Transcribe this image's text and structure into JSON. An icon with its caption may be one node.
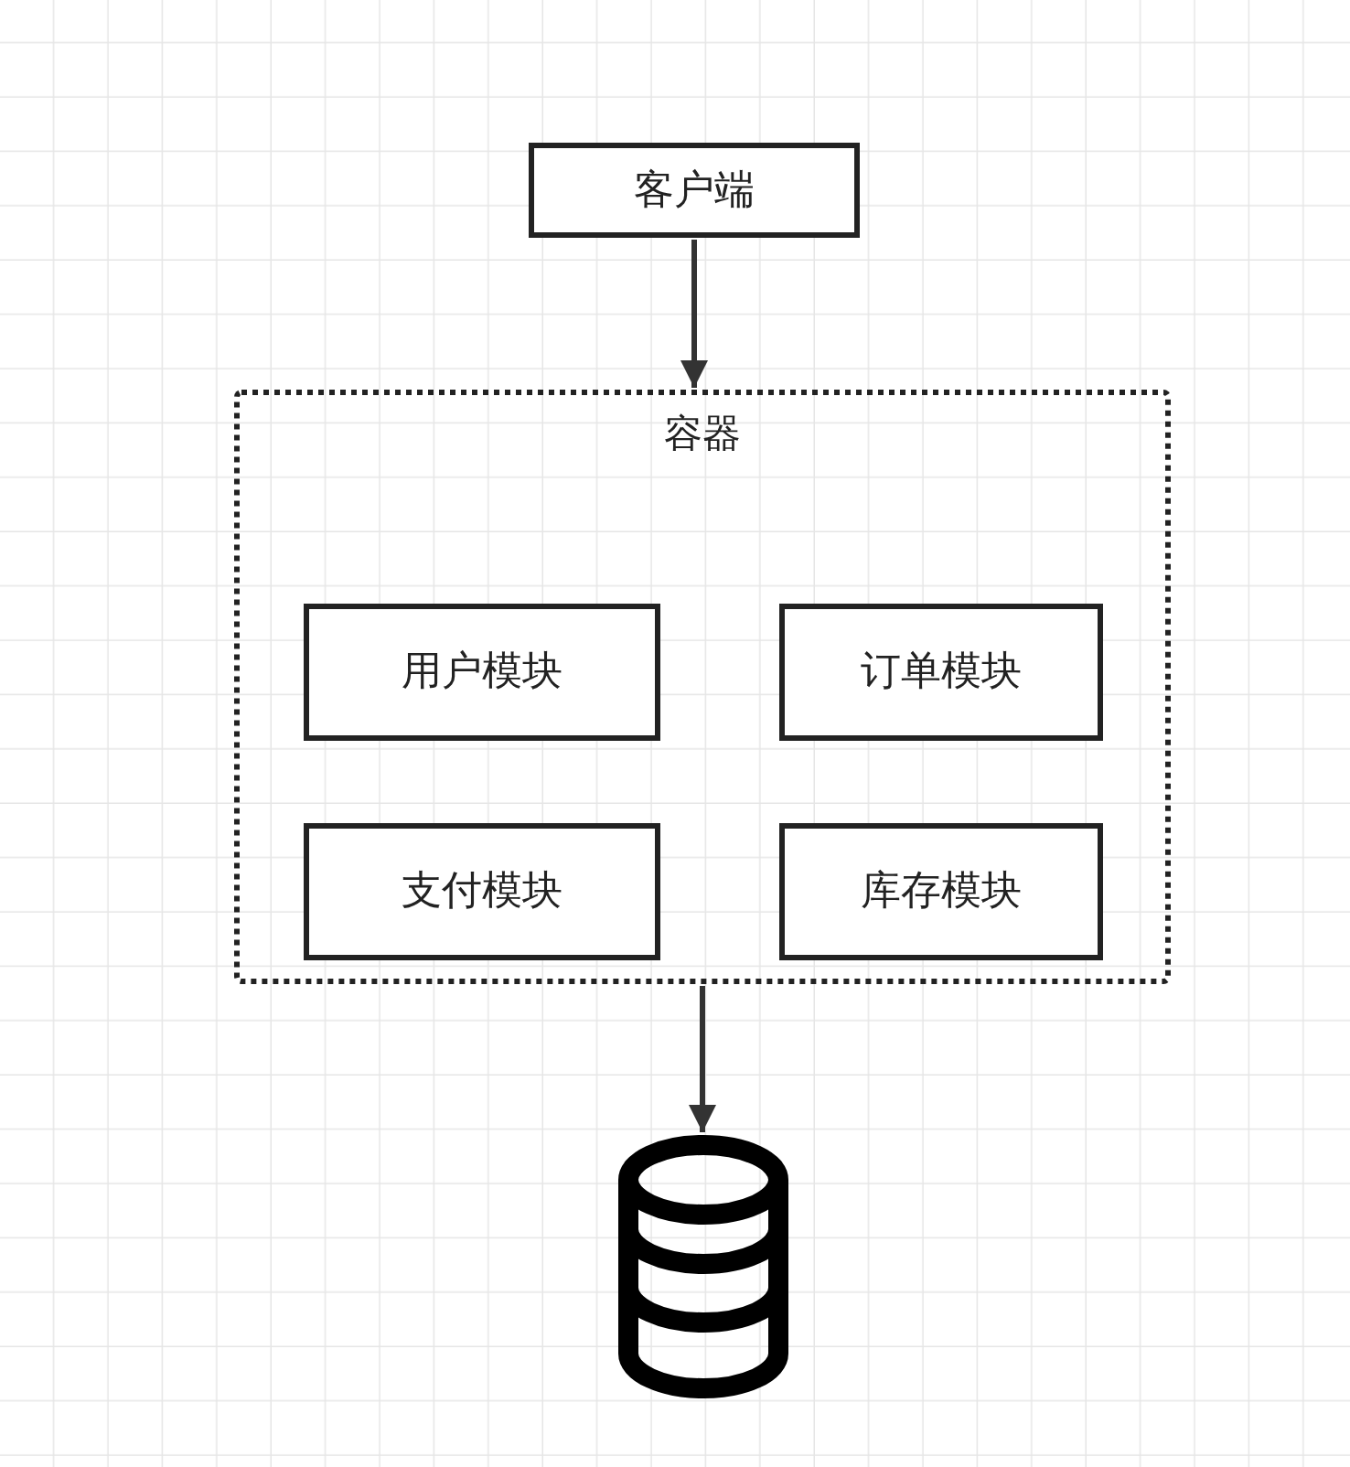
{
  "diagram": {
    "nodes": [
      {
        "text": [
          "客户端"
        ]
      },
      {
        "text": [
          "容器"
        ]
      },
      {
        "text": [
          "用户模块"
        ],
        "in": 1
      },
      {
        "text": [
          "订单模块"
        ],
        "in": 1
      },
      {
        "text": [
          "支付模块"
        ],
        "in": 1
      },
      {
        "text": [
          "库存模块"
        ],
        "in": 1
      },
      {
        "text": [],
        "shape": "cylinder"
      }
    ],
    "edges": [
      {
        "from": 0,
        "to": 1,
        "arrow": "to"
      },
      {
        "from": 1,
        "to": 6,
        "arrow": "to"
      }
    ]
  }
}
